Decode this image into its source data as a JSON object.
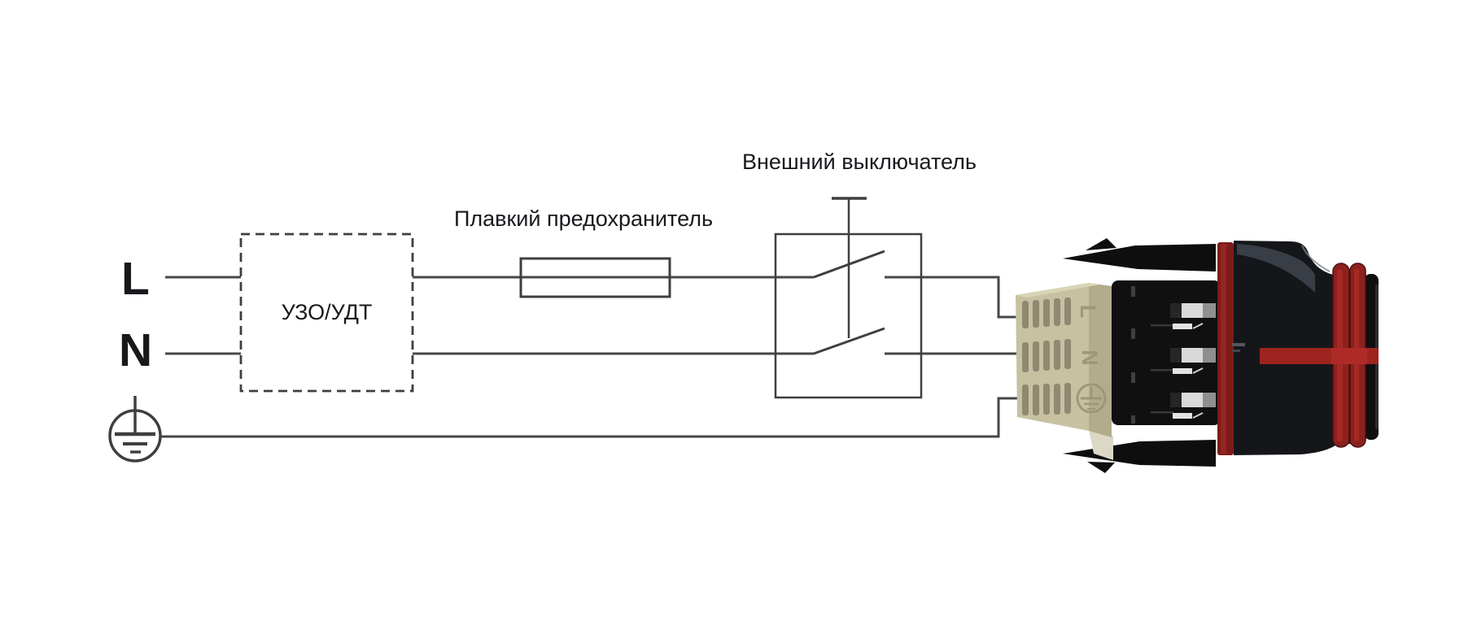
{
  "diagram": {
    "source_terminals": {
      "line": "L",
      "neutral": "N"
    },
    "rcd_label": "УЗО/УДТ",
    "fuse_label": "Плавкий предохранитель",
    "switch_label": "Внешний выключатель",
    "connector": {
      "terminal_line": "L",
      "terminal_neutral": "N",
      "terminal_earth_icon": "earth-symbol"
    },
    "colors": {
      "background": "#ffffff",
      "wire": "#474747",
      "text": "#17191d",
      "connector_body_black": "#131313",
      "connector_terminal_beige": "#c7c1a2",
      "connector_terminal_shade": "#b2ab8c",
      "connector_accent_red": "#9e2420",
      "connector_pin_silver": "#d9d9d9"
    }
  }
}
